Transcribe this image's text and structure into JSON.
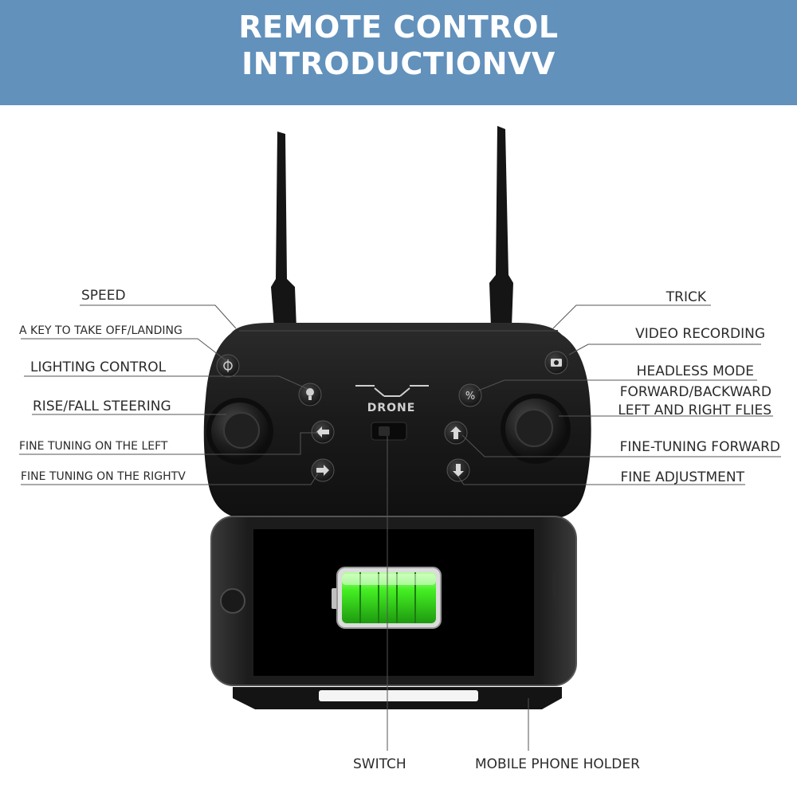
{
  "header": {
    "title_line1": "REMOTE CONTROL",
    "title_line2": "INTRODUCTIONVV",
    "background_color": "#6291bc"
  },
  "remote": {
    "logo_text": "DRONE",
    "icon_names": [
      "speed-icon",
      "takeoff-landing-icon",
      "lighting-icon",
      "trick-icon",
      "camera-icon",
      "headless-icon",
      "left-arrow-icon",
      "right-arrow-icon",
      "up-arrow-icon",
      "down-arrow-icon"
    ]
  },
  "phone": {
    "battery_level": 1.0,
    "battery_color": "#33dd22"
  },
  "labels": {
    "speed": "SPEED",
    "takeoff_landing": "A KEY TO TAKE OFF/LANDING",
    "lighting_control": "LIGHTING CONTROL",
    "rise_fall_steering": "RISE/FALL STEERING",
    "fine_tuning_left": "FINE TUNING ON THE LEFT",
    "fine_tuning_right": "FINE TUNING ON THE RIGHTV",
    "trick": "TRICK",
    "video_recording": "VIDEO RECORDING",
    "headless_mode": "HEADLESS MODE",
    "forward_backward": "FORWARD/BACKWARD",
    "left_right_flies": "LEFT AND RIGHT FLIES",
    "fine_tuning_forward": "FINE-TUNING FORWARD",
    "fine_adjustment": "FINE ADJUSTMENT",
    "switch": "SWITCH",
    "phone_holder": "MOBILE PHONE HOLDER"
  }
}
